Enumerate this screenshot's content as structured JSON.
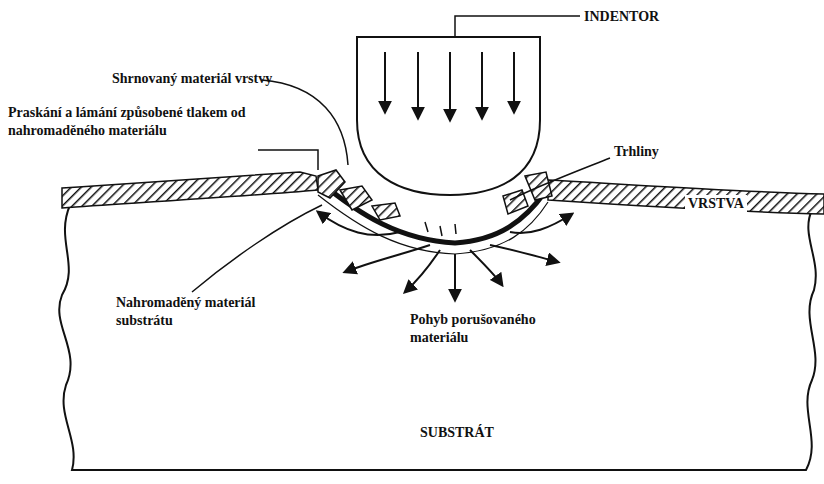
{
  "diagram": {
    "labels": [
      "INDENTOR",
      "Shrnovaný materiál vrstvy",
      "Praskání a lámání způsobené tlakem od nahromaděného materiálu",
      "Trhliny",
      "VRSTVA",
      "Nahromaděný materiál substrátu",
      "Pohyb porušovaného materiálu",
      "SUBSTRÁT"
    ]
  }
}
